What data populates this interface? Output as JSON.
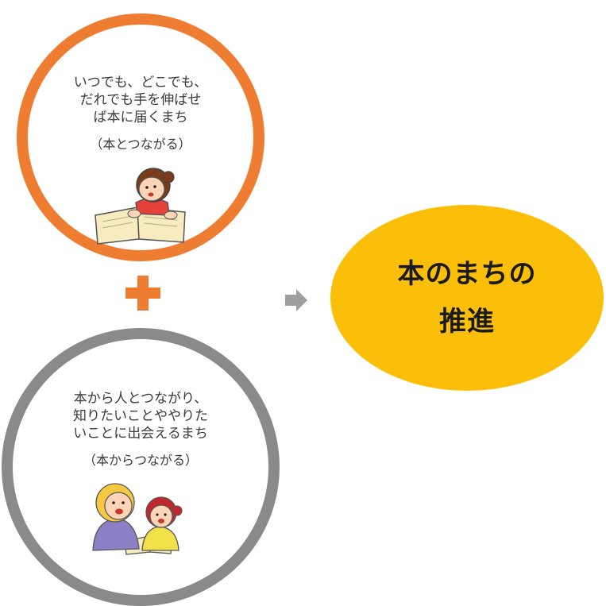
{
  "top_circle": {
    "lines": [
      "いつでも、どこでも、",
      "だれでも手を伸ばせ",
      "ば本に届くまち"
    ],
    "subtitle": "（本とつながる）",
    "border_color": "#ef7d31",
    "illustration": "girl-reading-book"
  },
  "plus": {
    "icon": "plus-icon",
    "color": "#ef7d31"
  },
  "arrow": {
    "icon": "arrow-right-icon",
    "color": "#9e9e9e"
  },
  "goal": {
    "lines": [
      "本のまちの",
      "推進"
    ],
    "color": "#fbbf0a"
  },
  "bottom_circle": {
    "lines": [
      "本から人とつながり、",
      "知りたいことややりた",
      "いことに出会えるまち"
    ],
    "subtitle": "（本からつながる）",
    "border_color": "#8a8a8a",
    "illustration": "woman-and-child-reading"
  }
}
